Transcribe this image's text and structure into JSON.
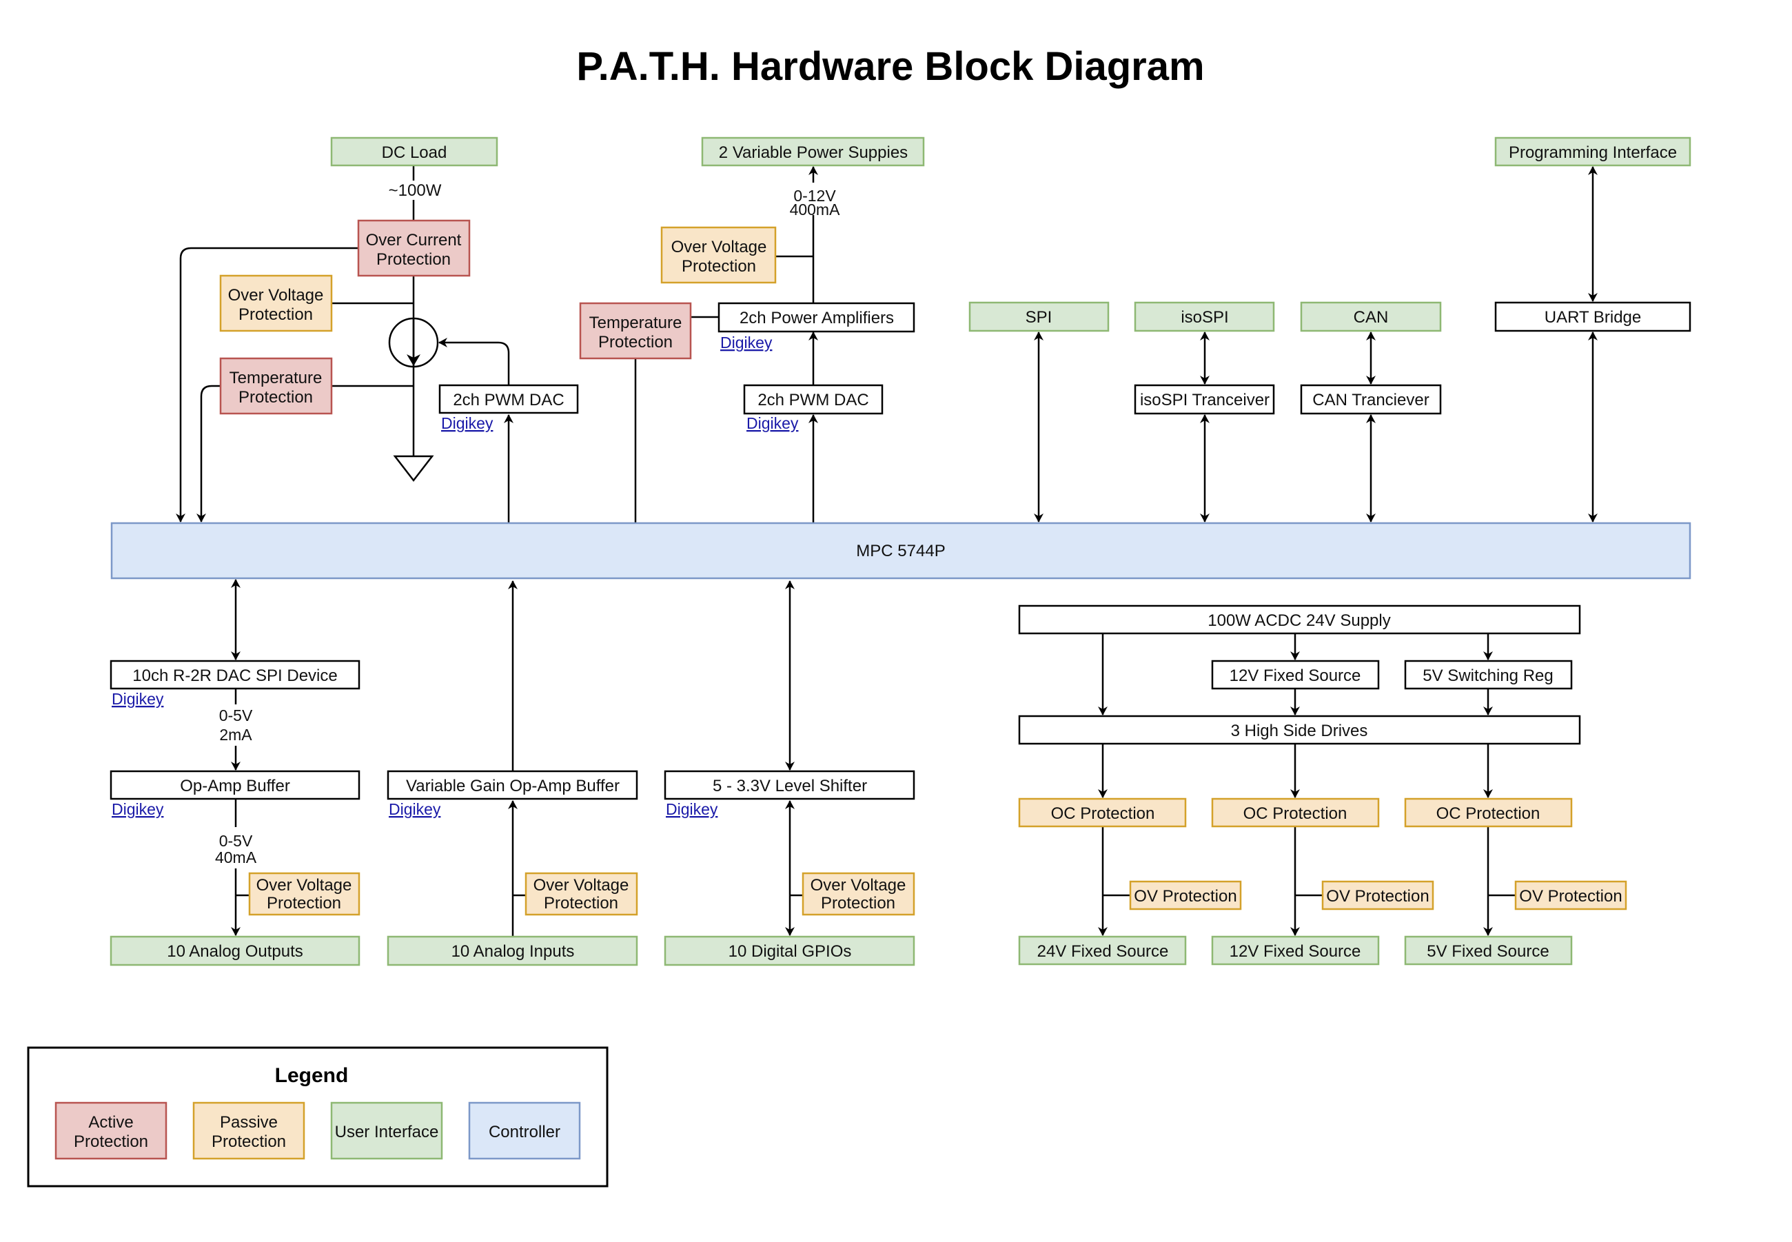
{
  "title": "P.A.T.H. Hardware Block Diagram",
  "colors": {
    "active_protection": "#f8cecc",
    "passive_protection": "#ffe6cc",
    "user_interface": "#d5e8d4",
    "controller": "#dae8fc",
    "link": "#1a1aa8"
  },
  "controller": {
    "label": "MPC 5744P"
  },
  "top": {
    "dc_load": "DC Load",
    "dc_load_power": "~100W",
    "over_current": [
      "Over Current",
      "Protection"
    ],
    "ov_left": [
      "Over Voltage",
      "Protection"
    ],
    "temp_left": [
      "Temperature",
      "Protection"
    ],
    "pwm_dac_left": "2ch PWM DAC",
    "pwm_dac_left_link": "Digikey",
    "variable_supplies": "2 Variable Power Suppies",
    "supply_rating": [
      "0-12V",
      "400mA"
    ],
    "ov_mid": [
      "Over Voltage",
      "Protection"
    ],
    "temp_mid": [
      "Temperature",
      "Protection"
    ],
    "power_amps": "2ch Power Amplifiers",
    "power_amps_link": "Digikey",
    "pwm_dac_mid": "2ch PWM DAC",
    "pwm_dac_mid_link": "Digikey",
    "spi": "SPI",
    "isospi": "isoSPI",
    "can": "CAN",
    "isospi_transceiver": "isoSPI Tranceiver",
    "can_transceiver": "CAN Tranciever",
    "programming_interface": "Programming Interface",
    "uart_bridge": "UART Bridge"
  },
  "bottom": {
    "dac_spi": "10ch R-2R DAC SPI Device",
    "dac_spi_link": "Digikey",
    "dac_rating": [
      "0-5V",
      "2mA"
    ],
    "opamp_buffer": "Op-Amp Buffer",
    "opamp_buffer_link": "Digikey",
    "opamp_rating": [
      "0-5V",
      "40mA"
    ],
    "ov_outputs": [
      "Over Voltage",
      "Protection"
    ],
    "analog_outputs": "10 Analog Outputs",
    "var_gain_buffer": "Variable Gain Op-Amp Buffer",
    "var_gain_link": "Digikey",
    "ov_inputs": [
      "Over Voltage",
      "Protection"
    ],
    "analog_inputs": "10 Analog Inputs",
    "level_shifter": "5 - 3.3V Level Shifter",
    "level_shifter_link": "Digikey",
    "ov_gpio": [
      "Over Voltage",
      "Protection"
    ],
    "digital_gpios": "10 Digital GPIOs"
  },
  "power": {
    "acdc_supply": "100W ACDC 24V Supply",
    "fixed_12v": "12V Fixed Source",
    "switching_5v": "5V Switching Reg",
    "high_side_drives": "3 High Side Drives",
    "channels": [
      {
        "oc": "OC Protection",
        "ov": "OV Protection",
        "output": "24V Fixed Source"
      },
      {
        "oc": "OC Protection",
        "ov": "OV Protection",
        "output": "12V Fixed Source"
      },
      {
        "oc": "OC Protection",
        "ov": "OV Protection",
        "output": "5V Fixed Source"
      }
    ]
  },
  "legend": {
    "title": "Legend",
    "items": [
      {
        "label": [
          "Active",
          "Protection"
        ],
        "color": "#f8cecc"
      },
      {
        "label": [
          "Passive",
          "Protection"
        ],
        "color": "#ffe6cc"
      },
      {
        "label": [
          "User Interface"
        ],
        "color": "#d5e8d4"
      },
      {
        "label": [
          "Controller"
        ],
        "color": "#dae8fc"
      }
    ]
  }
}
